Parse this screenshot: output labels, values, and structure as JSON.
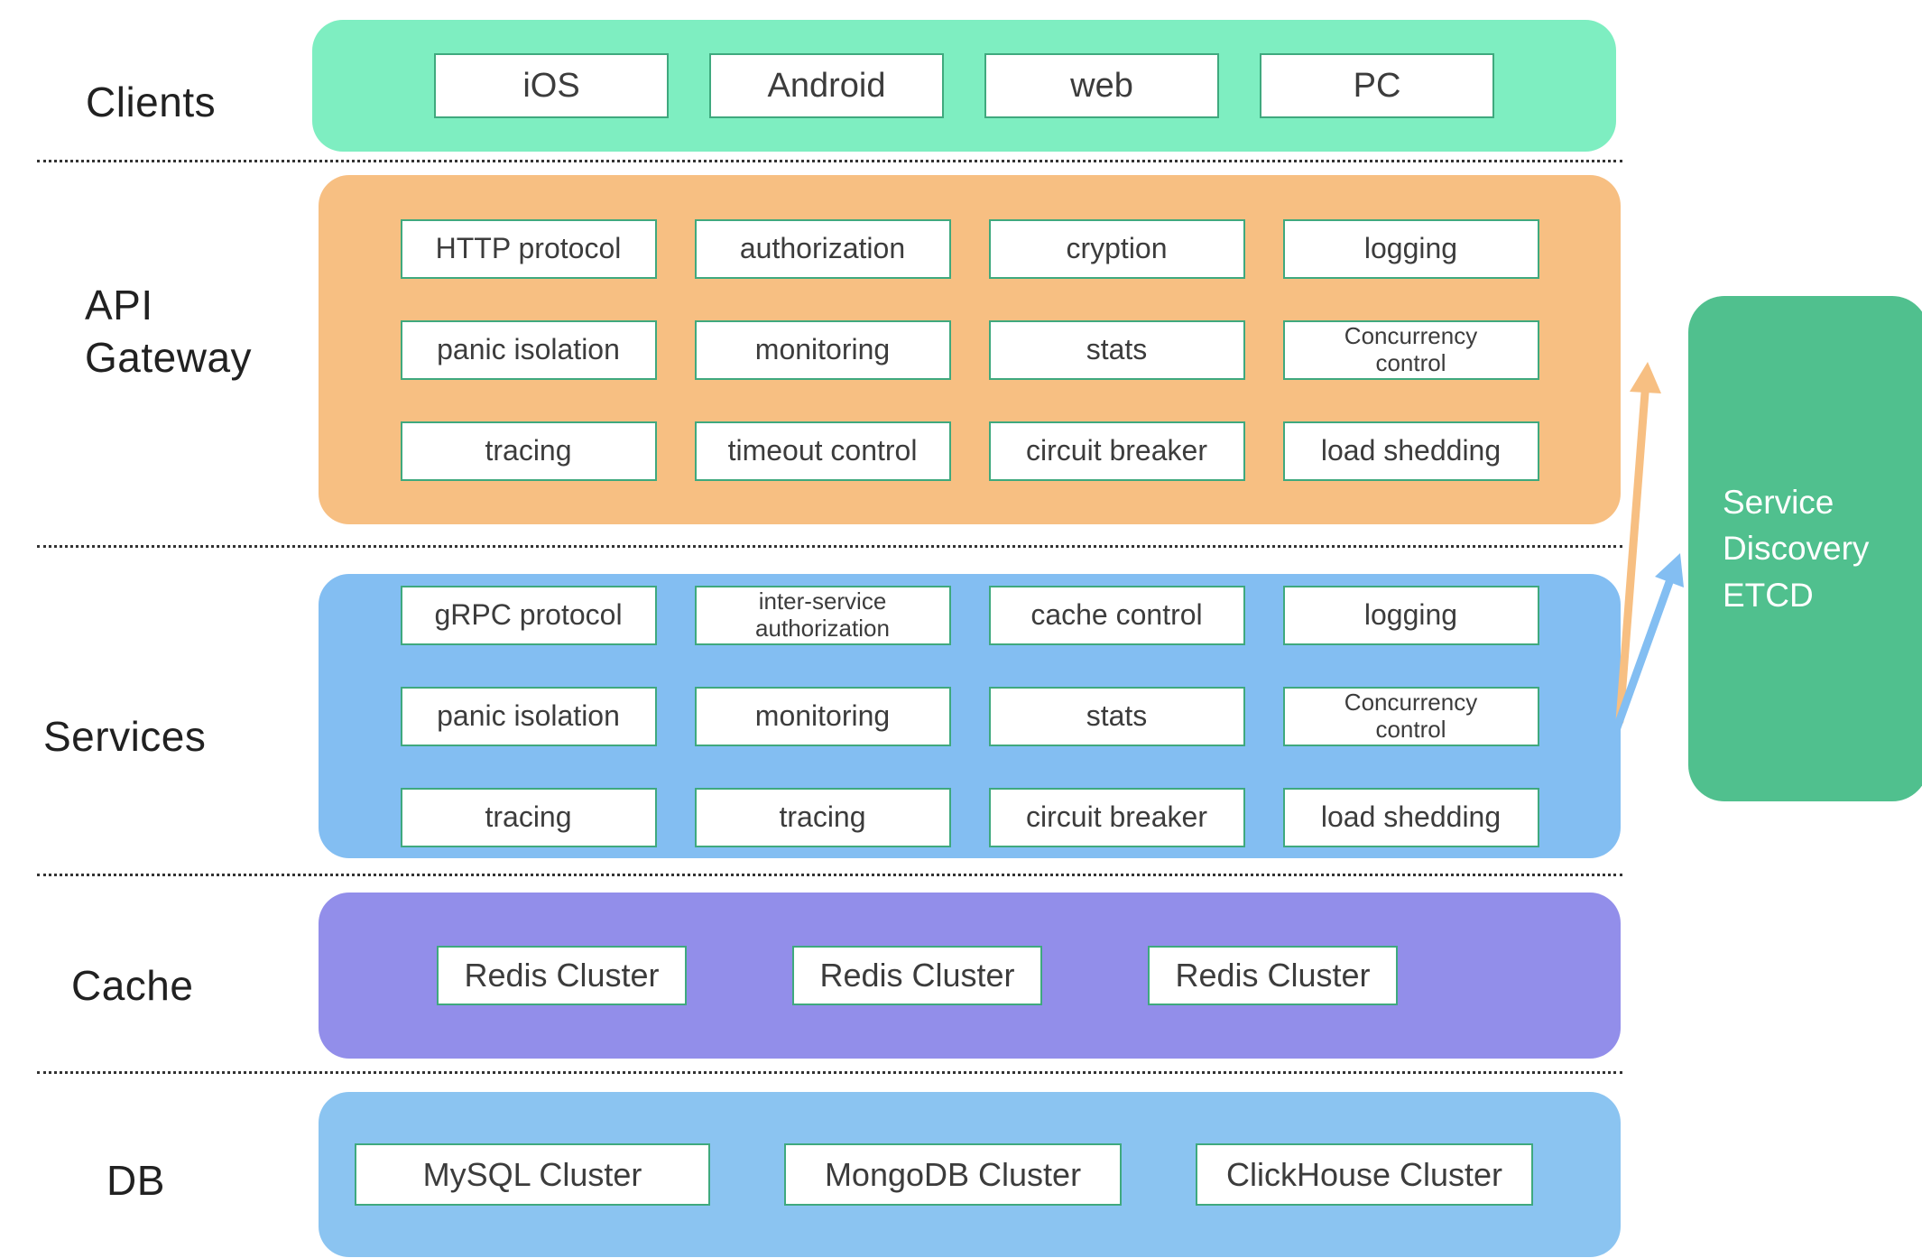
{
  "layers": {
    "clients": {
      "label": "Clients",
      "items": [
        "iOS",
        "Android",
        "web",
        "PC"
      ]
    },
    "gateway": {
      "label": "API Gateway",
      "items": [
        "HTTP protocol",
        "authorization",
        "cryption",
        "logging",
        "panic isolation",
        "monitoring",
        "stats",
        "Concurrency control",
        "tracing",
        "timeout control",
        "circuit breaker",
        "load shedding"
      ]
    },
    "services": {
      "label": "Services",
      "items": [
        "gRPC protocol",
        "inter-service authorization",
        "cache control",
        "logging",
        "panic isolation",
        "monitoring",
        "stats",
        "Concurrency control",
        "tracing",
        "tracing",
        "circuit breaker",
        "load shedding"
      ]
    },
    "cache": {
      "label": "Cache",
      "items": [
        "Redis Cluster",
        "Redis Cluster",
        "Redis Cluster"
      ]
    },
    "db": {
      "label": "DB",
      "items": [
        "MySQL Cluster",
        "MongoDB Cluster",
        "ClickHouse Cluster"
      ]
    }
  },
  "etcd": {
    "label": "Service Discovery ETCD",
    "lines": [
      "Service",
      "Discovery",
      "ETCD"
    ]
  },
  "colors": {
    "clients_band": "#7EEEC1",
    "gateway_band": "#F7BF82",
    "services_band": "#83BEF2",
    "cache_band": "#928EEA",
    "db_band": "#8BC4F1",
    "etcd_box": "#50C08E",
    "cell_border": "#3FA97E",
    "arrow_gateway_to_etcd": "#F7BF82",
    "arrow_services_to_etcd": "#83BEF2",
    "separator": "#333333"
  }
}
